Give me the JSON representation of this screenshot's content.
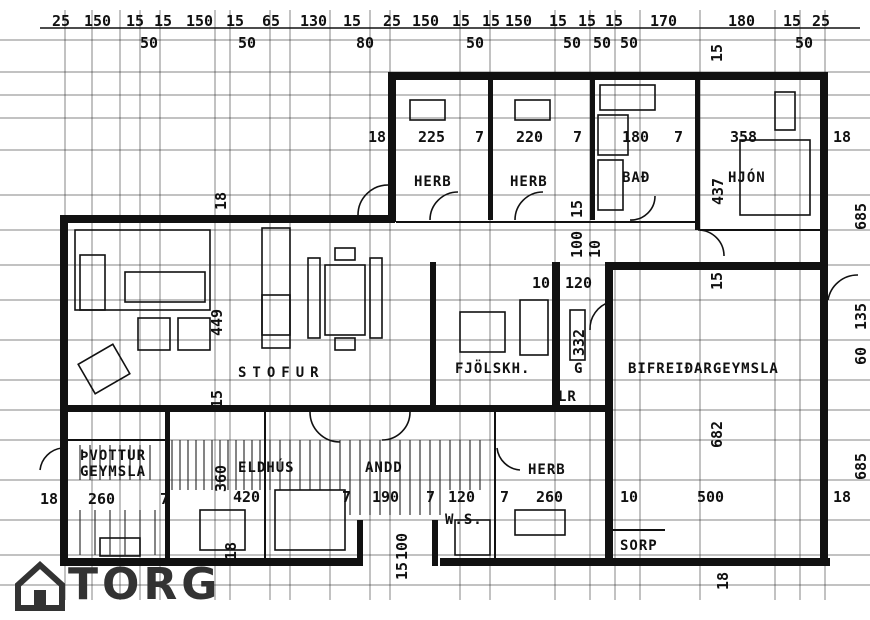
{
  "top_dimensions": [
    "25",
    "150",
    "15",
    "15",
    "150",
    "15",
    "65",
    "130",
    "15",
    "25",
    "150",
    "15",
    "15",
    "150",
    "15",
    "15",
    "15",
    "170",
    "180",
    "15",
    "25"
  ],
  "top_dimensions_row2": [
    "50",
    "50",
    "80",
    "50",
    "50",
    "50",
    "50",
    "50"
  ],
  "dims": {
    "d1": "18",
    "d2": "225",
    "d3": "7",
    "d4": "220",
    "d5": "7",
    "d6": "180",
    "d7": "7",
    "d8": "358",
    "d9": "18",
    "d10": "437",
    "d11": "685",
    "d12": "15",
    "d13": "100",
    "d14": "10",
    "d15": "10",
    "d16": "120",
    "d17": "15",
    "d18": "135",
    "d19": "60",
    "d20": "449",
    "d21": "332",
    "d22": "15",
    "d23": "682",
    "d24": "685",
    "d25": "18",
    "d26": "260",
    "d27": "7",
    "d28": "360",
    "d29": "420",
    "d30": "7",
    "d31": "190",
    "d32": "7",
    "d33": "120",
    "d34": "7",
    "d35": "260",
    "d36": "10",
    "d37": "500",
    "d38": "18",
    "d39": "15",
    "d40": "100",
    "d41": "18",
    "d42": "18",
    "d43": "15",
    "d44": "18"
  },
  "rooms": {
    "herb1": "HERB",
    "herb2": "HERB",
    "bad": "BAÐ",
    "hjon": "HJÓN",
    "stofur": "STOFUR",
    "fjolskh": "FJÖLSKH.",
    "g": "G",
    "lr": "LR",
    "bifreid": "BIFREIÐARGEYMSLA",
    "thvottur": "ÞVOTTUR",
    "geymsla": "GEYMSLA",
    "eldhus": "ELDHÚS",
    "anddyri": "ANDD",
    "herb3": "HERB",
    "ws": "W.S.",
    "sorp": "SORP"
  },
  "logo": {
    "text": "TORG"
  }
}
